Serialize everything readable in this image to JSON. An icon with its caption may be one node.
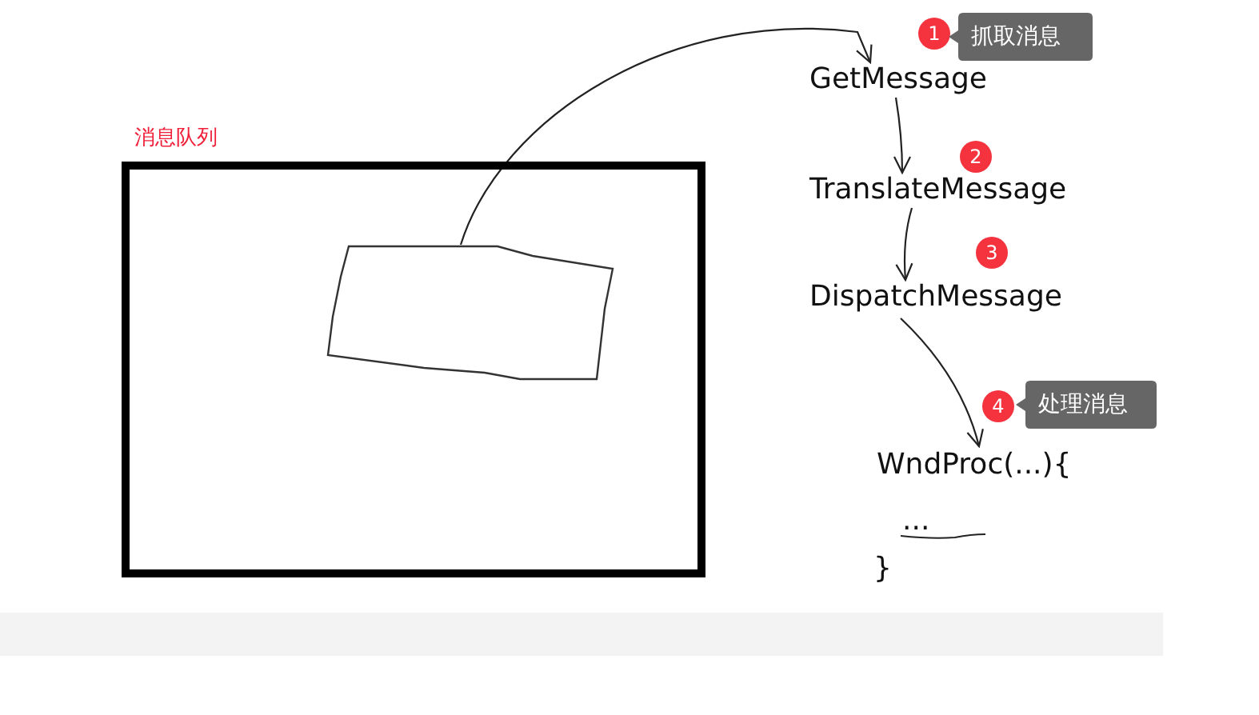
{
  "diagram": {
    "nodes": [
      {
        "text": [
          "1"
        ]
      },
      {
        "text": [
          "抓取消息"
        ]
      },
      {
        "text": [
          "GetMessage"
        ]
      },
      {
        "text": [
          "消息队列"
        ]
      },
      {
        "text": [],
        "shape": "box",
        "in": 3
      },
      {
        "text": [
          "2"
        ]
      },
      {
        "text": [
          "TranslateMessage"
        ]
      },
      {
        "text": [
          "3"
        ]
      },
      {
        "text": [
          "DispatchMessage"
        ]
      },
      {
        "text": [
          "4"
        ]
      },
      {
        "text": [
          "处理消息"
        ]
      },
      {
        "text": [
          "WndProc(...){"
        ]
      }
    ],
    "edges": [
      {
        "from": 4,
        "to": 2,
        "arrow": "to"
      },
      {
        "from": 2,
        "to": 6,
        "arrow": "to"
      },
      {
        "from": 6,
        "to": 8,
        "arrow": "to"
      },
      {
        "from": 8,
        "to": 11,
        "arrow": "to"
      }
    ],
    "labels": [
      "...",
      "}"
    ]
  }
}
